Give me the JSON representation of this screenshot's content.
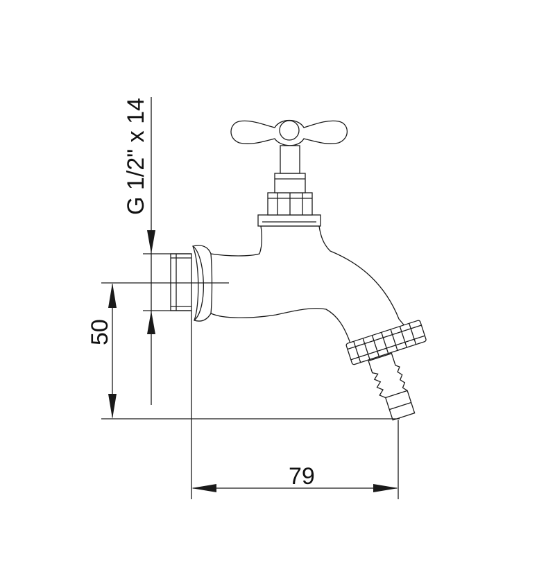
{
  "drawing": {
    "colors": {
      "line": "#1a1a1a",
      "background": "#ffffff"
    },
    "dimensions": {
      "thread": "G 1/2\" x 14",
      "height": "50",
      "length": "79"
    }
  }
}
